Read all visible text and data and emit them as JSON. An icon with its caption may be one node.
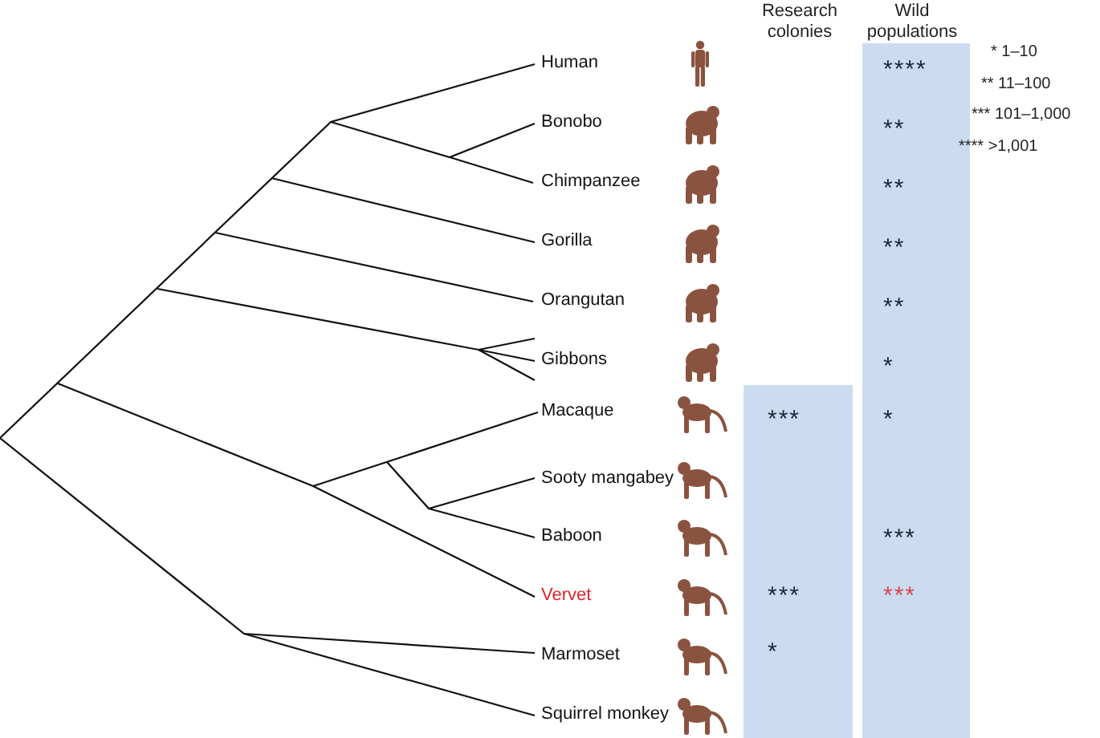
{
  "diagram": {
    "labels": [
      "Research colonies",
      "Wild populations",
      "Human",
      "****",
      "* 1–10",
      "** 11–100",
      "Bonobo",
      "**",
      "*** 101–1,000",
      "**** >1,001",
      "Chimpanzee",
      "**",
      "Gorilla",
      "**",
      "Orangutan",
      "**",
      "Gibbons",
      "*",
      "Macaque",
      "***",
      "*",
      "Sooty mangabey",
      "Baboon",
      "***",
      "Vervet",
      "***",
      "***",
      "Marmoset",
      "*",
      "Squirrel monkey"
    ]
  }
}
